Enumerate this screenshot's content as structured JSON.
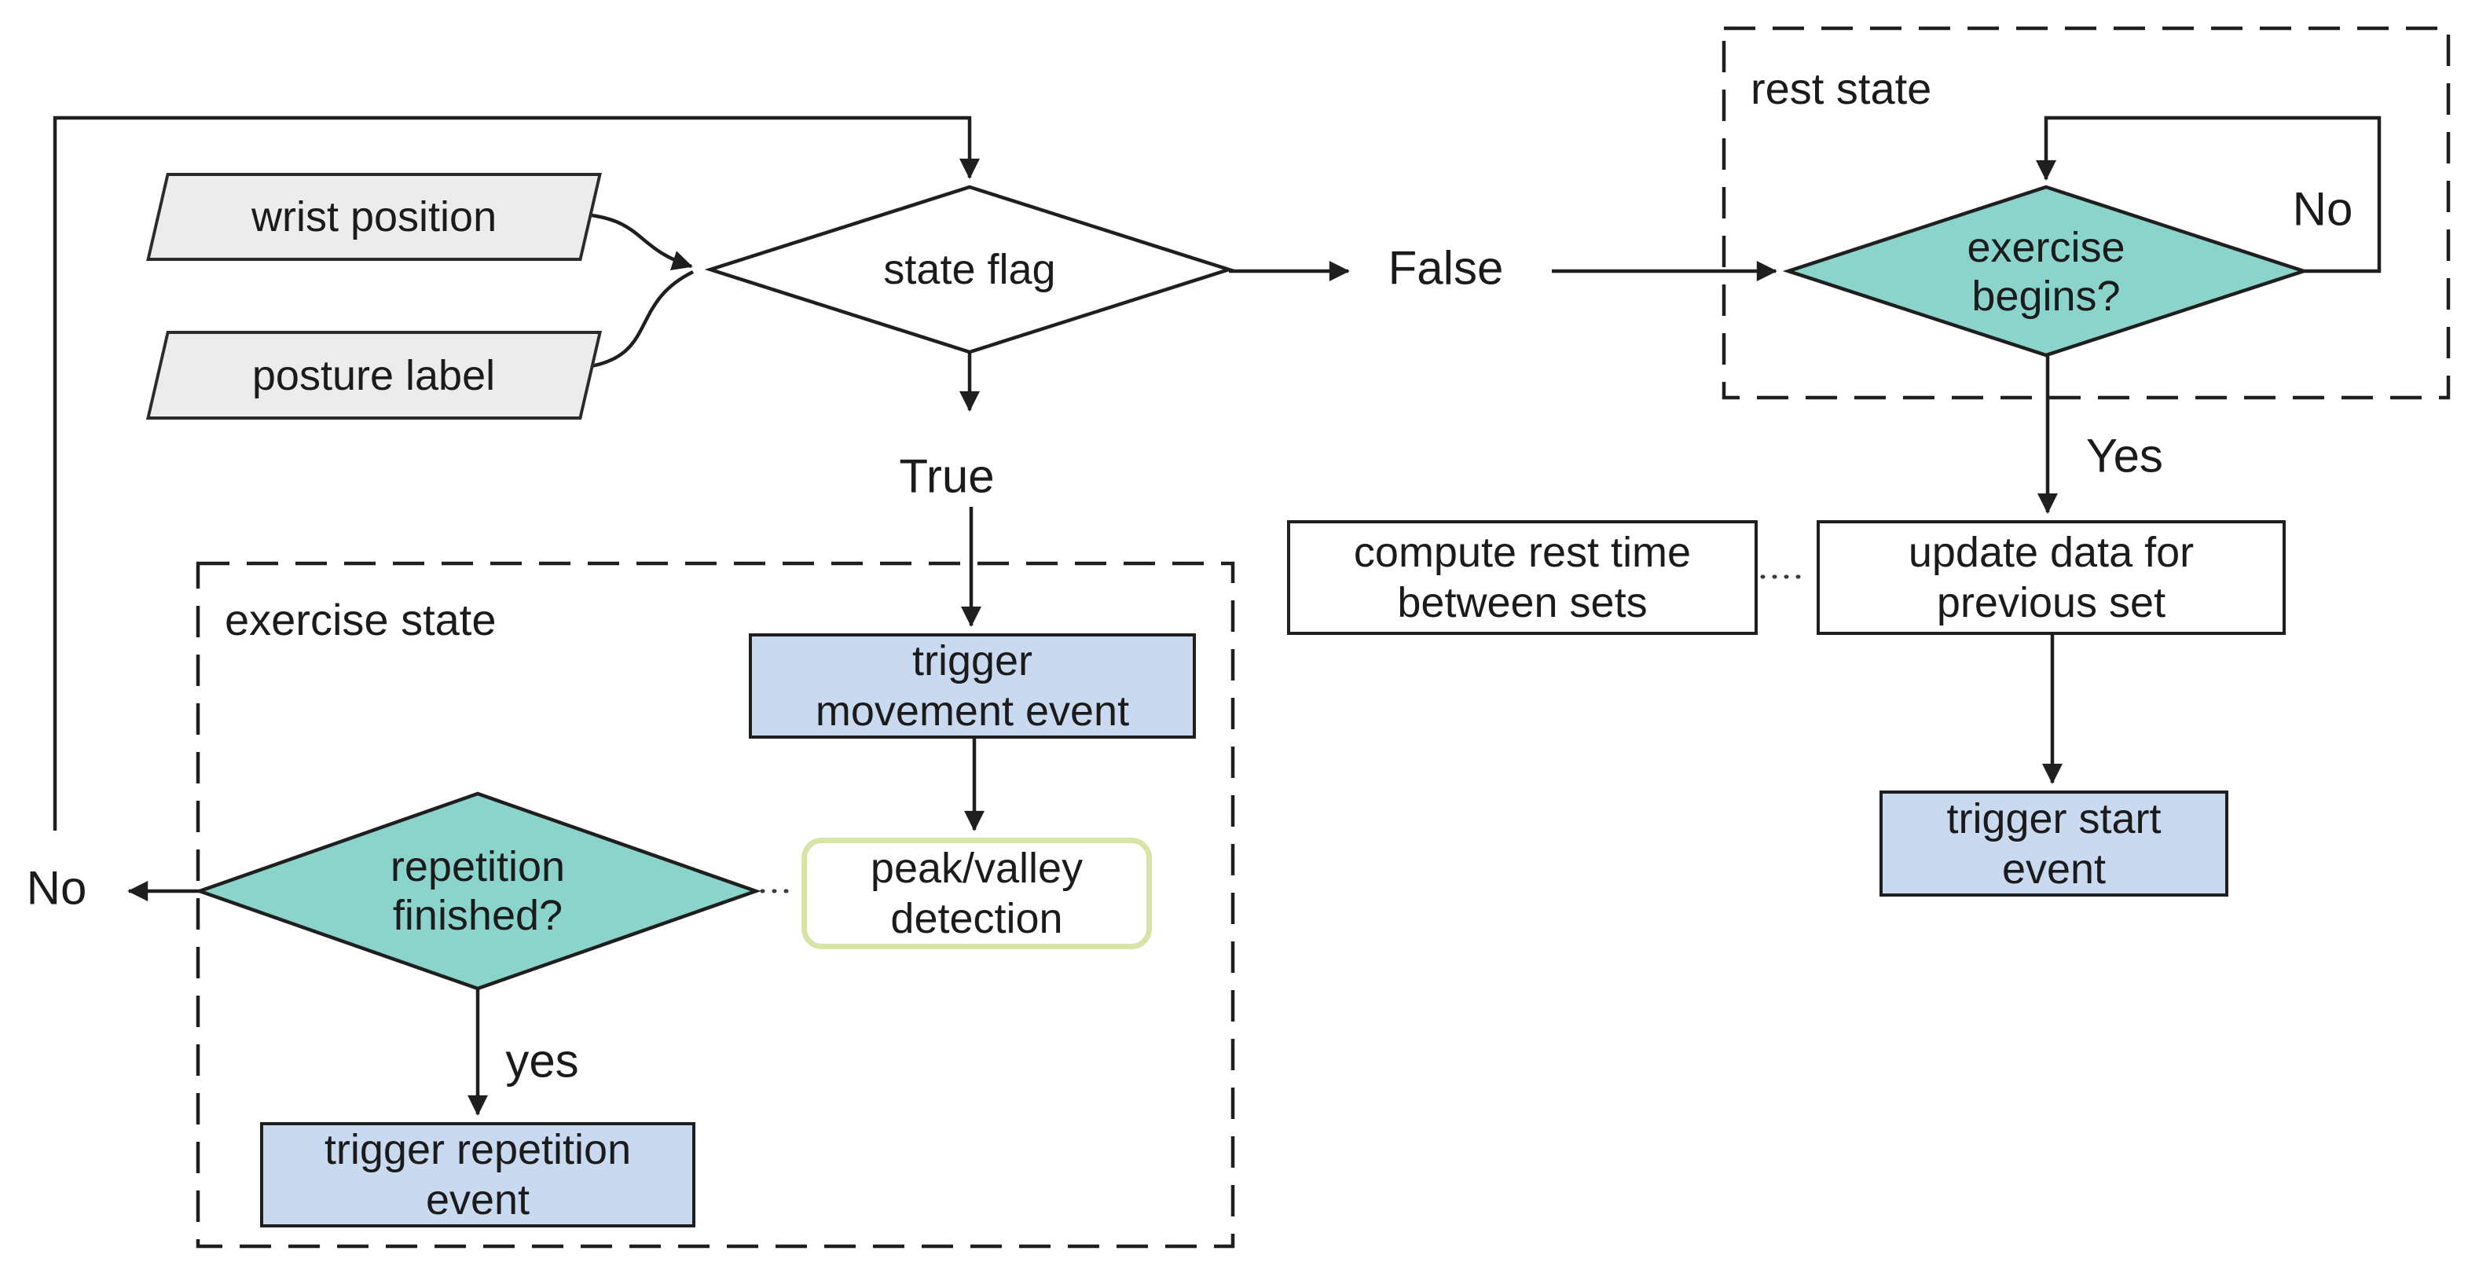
{
  "colors": {
    "teal_fill": "#8bd4cb",
    "blue_fill": "#c9d9f0",
    "gray_fill": "#ececec",
    "green_border": "#d6e4a6",
    "line": "#1f1f1f",
    "background": "#ffffff"
  },
  "containers": {
    "rest_state": {
      "title": "rest state"
    },
    "exercise_state": {
      "title": "exercise state"
    }
  },
  "nodes": {
    "wrist_position": {
      "label": "wrist position"
    },
    "posture_label": {
      "label": "posture label"
    },
    "state_flag": {
      "label": "state flag"
    },
    "exercise_begins": {
      "lines": [
        "exercise",
        "begins?"
      ]
    },
    "compute_rest_time": {
      "lines": [
        "compute rest time",
        "between sets"
      ]
    },
    "update_data": {
      "lines": [
        "update data for",
        "previous set"
      ]
    },
    "trigger_start_event": {
      "lines": [
        "trigger start",
        "event"
      ]
    },
    "trigger_movement_event": {
      "lines": [
        "trigger",
        "movement event"
      ]
    },
    "peak_valley_detection": {
      "lines": [
        "peak/valley",
        "detection"
      ]
    },
    "repetition_finished": {
      "lines": [
        "repetition",
        "finished?"
      ]
    },
    "trigger_repetition_event": {
      "lines": [
        "trigger repetition",
        "event"
      ]
    }
  },
  "edge_labels": {
    "state_flag_false": "False",
    "state_flag_true": "True",
    "exercise_begins_no": "No",
    "exercise_begins_yes": "Yes",
    "repetition_finished_yes": "yes",
    "repetition_finished_no": "No"
  }
}
